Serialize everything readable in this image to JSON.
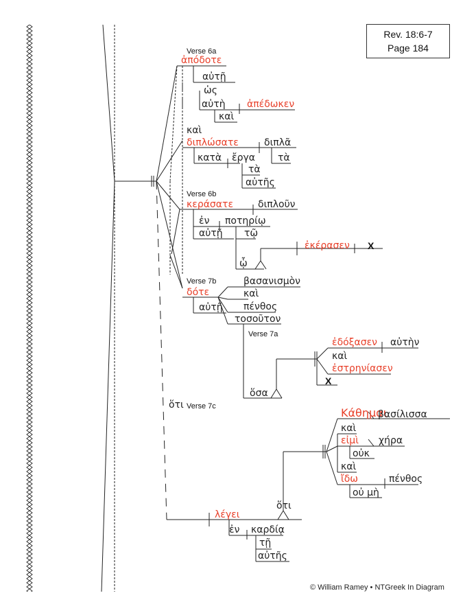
{
  "reference": {
    "line1": "Rev. 18:6-7",
    "line2": "Page 184"
  },
  "credit": "© William Ramey • NTGreek In Diagram",
  "labels": {
    "v6a": "Verse 6a",
    "v6b": "Verse 6b",
    "v7b": "Verse 7b",
    "v7a": "Verse 7a",
    "v7c": "Verse 7c"
  },
  "marker": "X",
  "words": {
    "apodote": "ἀπόδοτε",
    "aute1": "αὐτῇ",
    "hos": "ὡς",
    "aute2": "αὐτὴ",
    "apedoken": "ἀπέδωκεν",
    "kai1": "καὶ",
    "kai2": "καὶ",
    "diplosate": "διπλώσατε",
    "dipla1": "διπλᾶ",
    "kata": "κατὰ",
    "erga": "ἔργα",
    "ta1": "τὰ",
    "ta2": "τὰ",
    "autes1": "αὐτῆς",
    "kerasate": "κεράσατε",
    "diploun": "διπλοῦν",
    "en1": "ἐν",
    "poterio": "ποτηρίῳ",
    "aute3": "αὐτῇ",
    "to": "τῷ",
    "ekerasen": "ἐκέρασεν",
    "ho": "ᾧ",
    "dote": "δότε",
    "basanismon": "βασανισμὸν",
    "kai3": "καὶ",
    "penthos1": "πένθος",
    "aute4": "αὐτῇ",
    "tosouton": "τοσοῦτον",
    "edoxasen": "ἐδόξασεν",
    "auten": "αὐτὴν",
    "kai4": "καὶ",
    "estreniasen": "ἐστρηνίασεν",
    "hosa": "ὅσα",
    "hoti1": "ὅτι",
    "kathemai": "Κάθημαι",
    "basilissa": "βασίλισσα",
    "kai5": "καὶ",
    "eimi": "εἰμὶ",
    "chera": "χήρα",
    "ouk": "οὐκ",
    "kai6": "καὶ",
    "ido": "ἴδω",
    "penthos2": "πένθος",
    "ou_me": "οὐ μὴ",
    "hoti2": "ὅτι",
    "legei": "λέγει",
    "en2": "ἐν",
    "kardia": "καρδίᾳ",
    "te": "τῇ",
    "autes2": "αὐτῆς"
  }
}
